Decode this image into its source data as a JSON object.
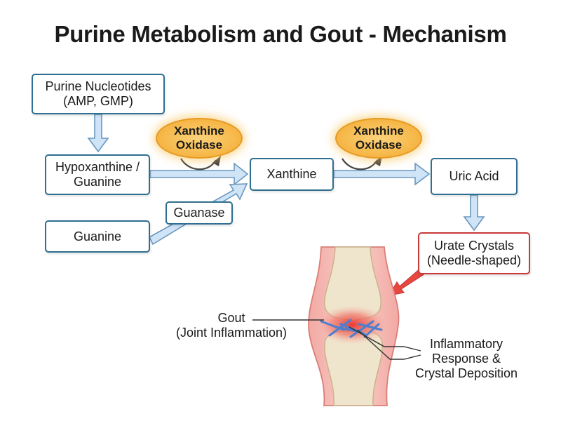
{
  "title": "Purine Metabolism and Gout - Mechanism",
  "nodes": {
    "purine_nucleotides": {
      "line1": "Purine Nucleotides",
      "line2": "(AMP, GMP)"
    },
    "hypoxanthine_guanine": {
      "line1": "Hypoxanthine /",
      "line2": "Guanine"
    },
    "guanine": {
      "label": "Guanine"
    },
    "guanase": {
      "label": "Guanase"
    },
    "xanthine": {
      "label": "Xanthine"
    },
    "uric_acid": {
      "label": "Uric Acid"
    },
    "urate_crystals": {
      "line1": "Urate Crystals",
      "line2": "(Needle-shaped)"
    }
  },
  "enzymes": {
    "xanthine_oxidase_1": {
      "line1": "Xanthine",
      "line2": "Oxidase"
    },
    "xanthine_oxidase_2": {
      "line1": "Xanthine",
      "line2": "Oxidase"
    }
  },
  "labels": {
    "gout": {
      "line1": "Gout",
      "line2": "(Joint Inflammation)"
    },
    "inflammatory": {
      "line1": "Inflammatory",
      "line2": "Response &",
      "line3": "Crystal Deposition"
    }
  },
  "colors": {
    "box_border": "#2f6f8f",
    "arrow_fill": "#cfe4f6",
    "arrow_stroke": "#6b98bf",
    "enzyme_fill": "#f6b748",
    "urate_border": "#c93a3a",
    "inflammation": "#e23b3b",
    "bone": "#efe4cc",
    "crystal": "#4c7fd0"
  }
}
